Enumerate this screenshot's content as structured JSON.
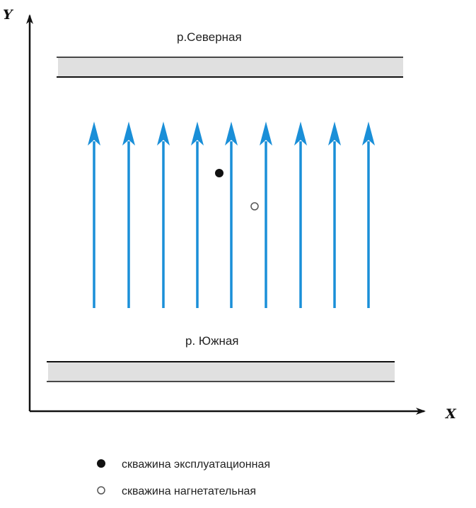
{
  "axes": {
    "y_label": "Y",
    "x_label": "X"
  },
  "rivers": {
    "north": {
      "label": "р.Северная"
    },
    "south": {
      "label": "р. Южная"
    }
  },
  "legend": {
    "production": "скважина эксплуатационная",
    "injection": "скважина нагнетательная"
  },
  "colors": {
    "flow_arrow": "#1a8fd8",
    "river_fill": "#e0e0e0",
    "river_line": "#111111",
    "axis": "#111111",
    "production_well": "#111111",
    "injection_well_fill": "#ffffff",
    "injection_well_stroke": "#555555"
  }
}
